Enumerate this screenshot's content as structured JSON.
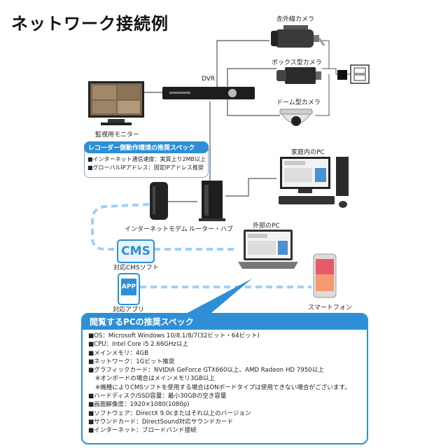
{
  "title": "ネットワーク接続例",
  "devices": {
    "ir_camera": "赤外線カメラ",
    "box_camera": "ボックス型カメラ",
    "dome_camera": "ドーム型カメラ",
    "dvr": "DVR",
    "monitor": "監視用モニター",
    "home_pc": "家庭内のPC",
    "modem": "インターネットモデム",
    "router": "ルーター・ハブ",
    "external_pc": "外部のPC",
    "cms_software": "対応CMSソフト",
    "app": "対応アプリ",
    "smartphone": "スマートフォン"
  },
  "icons": {
    "cms_text": "CMS",
    "app_text": "APP"
  },
  "recorder_spec": {
    "heading": "レコーダー側動作環境の推奨スペック",
    "lines": [
      "■インターネット通信速度：実質上り2MB以上",
      "■グローバルIPアドレス：固定IPアドレス推奨"
    ]
  },
  "pc_spec": {
    "heading": "閲覧するPCの推奨スペック",
    "lines": [
      {
        "text": "■OS：Microsoft Windows 10/8.1/8/7(32ビット・64ビット)",
        "note": false
      },
      {
        "text": "■CPU：Intel Core i5 2.66GHz以上",
        "note": false
      },
      {
        "text": "■メインメモリ：4GB",
        "note": false
      },
      {
        "text": "■ネットワーク：1Gビット推奨",
        "note": false
      },
      {
        "text": "■グラフィックカード：NVIDIA GeForce GTX660以上、AMD Radeon HD 7950以上",
        "note": false
      },
      {
        "text": "※オンボードの場合はメインメモリ3GB以上",
        "note": true
      },
      {
        "text": "※機種によりCMSソフトを使用する場合はONボードタイプは使用できない場合がございます。",
        "note": true
      },
      {
        "text": "■ハードディスク/SSD容量：最小30GBの空き容量",
        "note": false
      },
      {
        "text": "■画面解像度：1920×1080(1080p)",
        "note": false
      },
      {
        "text": "■ソフトウェア：DirectX 9.0cまたはそれ以上のバージョン",
        "note": false
      },
      {
        "text": "■サウンドカード：DirectSound対応サウンドカード",
        "note": false
      },
      {
        "text": "■インターネット：ブロードバンド接続",
        "note": false
      }
    ]
  },
  "colors": {
    "accent": "#2e8fd6",
    "wireless": "#9fd0f3",
    "wire": "#555555"
  }
}
